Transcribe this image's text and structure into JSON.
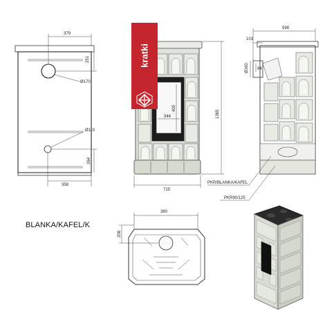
{
  "brand": {
    "name": "kratki",
    "color": "#c5252c"
  },
  "model_label": "BLANKA/KAFEL/K",
  "dimensions": {
    "back_top_width": "379",
    "back_top_height": "251",
    "back_flue_diameter": "Ø170",
    "back_inlet_diameter": "Ø110",
    "back_bottom_height": "264",
    "back_bottom_width": "358",
    "front_glass_width": "344",
    "front_glass_height": "400",
    "front_total_width": "715",
    "total_height": "1365",
    "side_total_depth": "598",
    "side_top_offset": "103",
    "side_flue_diameter": "Ø160",
    "side_small_offset": "94",
    "plan_depth": "380",
    "plan_side": "208"
  },
  "annotations": {
    "callout_top": "PKR/BLANKA/KAFEL",
    "callout_bottom": "PKR90/125"
  }
}
